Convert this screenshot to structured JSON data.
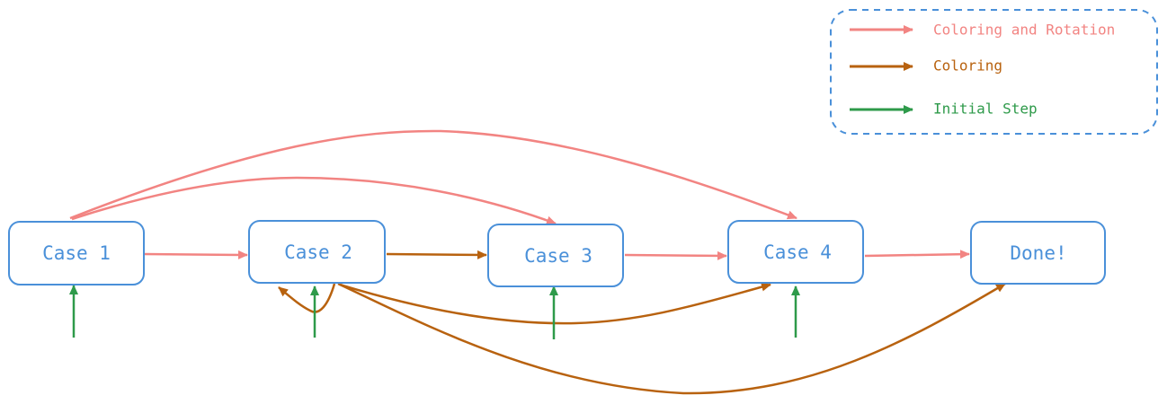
{
  "nodes": [
    {
      "id": "case1",
      "label": "Case 1"
    },
    {
      "id": "case2",
      "label": "Case 2"
    },
    {
      "id": "case3",
      "label": "Case 3"
    },
    {
      "id": "case4",
      "label": "Case 4"
    },
    {
      "id": "done",
      "label": "Done!"
    }
  ],
  "legend": {
    "items": [
      {
        "label": "Coloring and Rotation",
        "color": "#f28482"
      },
      {
        "label": "Coloring",
        "color": "#b8620f"
      },
      {
        "label": "Initial Step",
        "color": "#2e9a4a"
      }
    ]
  },
  "colors": {
    "node_border": "#4a90d9",
    "legend_border": "#4a90d9",
    "coloring_and_rotation": "#f28482",
    "coloring": "#b8620f",
    "initial_step": "#2e9a4a"
  }
}
